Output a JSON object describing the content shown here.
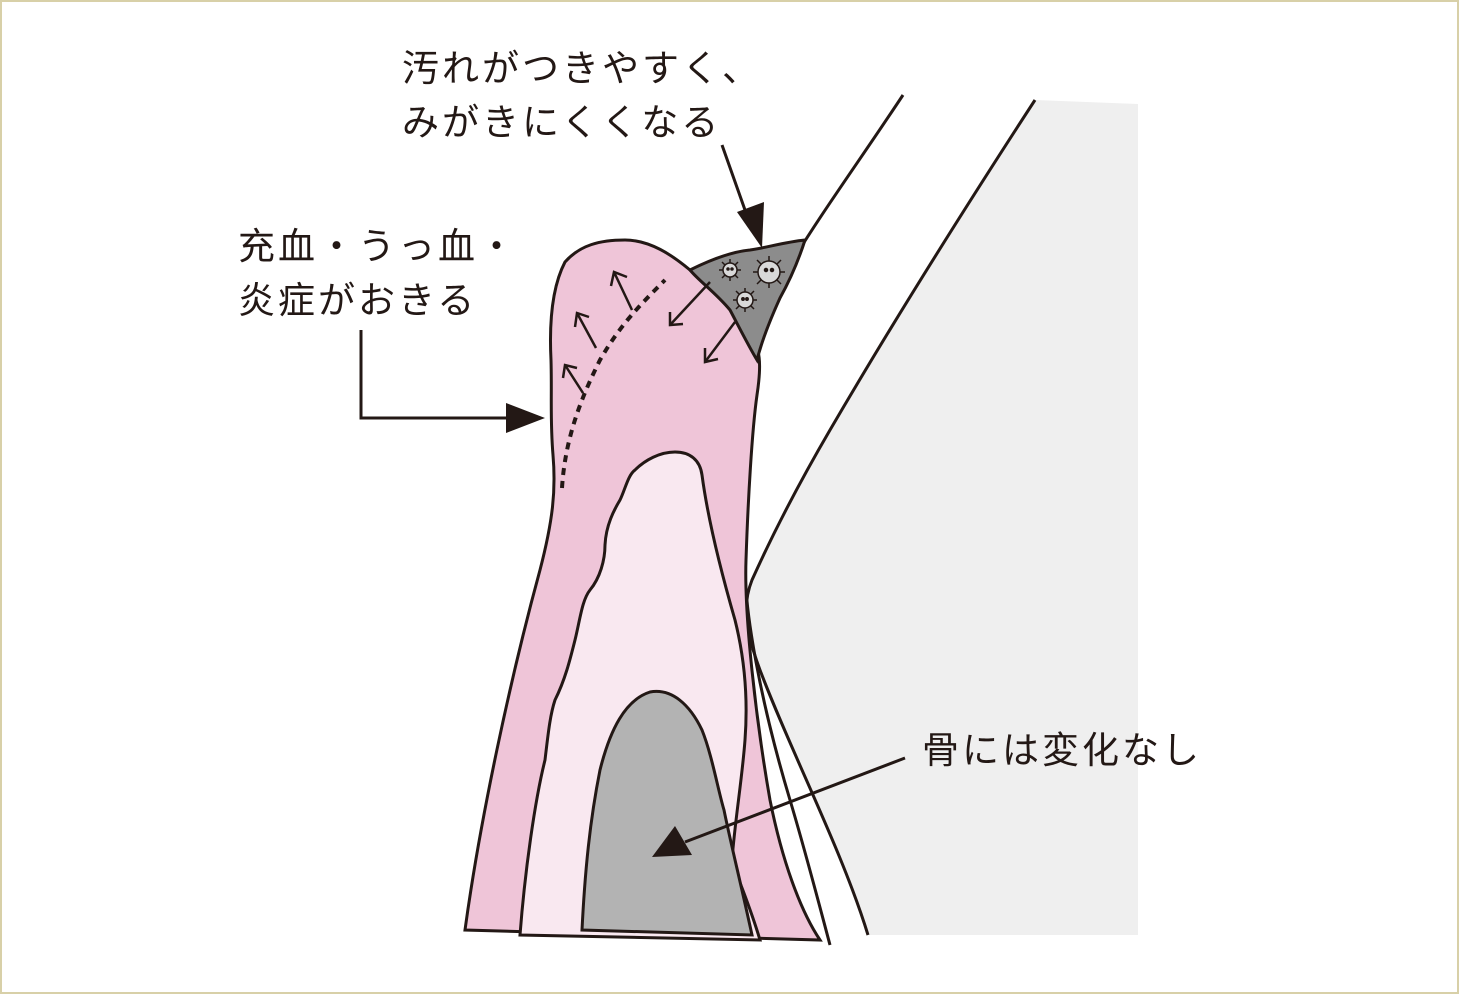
{
  "labels": {
    "plaque": {
      "line1": "汚れがつきやすく、",
      "line2": "みがきにくくなる"
    },
    "inflammation": {
      "line1": "充血・うっ血・",
      "line2": "炎症がおきる"
    },
    "bone": "骨には変化なし"
  },
  "colors": {
    "border": "#d8d0a8",
    "outline": "#231815",
    "gum_inflamed": "#efc5d8",
    "gum_inner": "#f9e8f0",
    "bone": "#b3b3b3",
    "tooth": "#efefef",
    "plaque": "#8c8c8c"
  }
}
